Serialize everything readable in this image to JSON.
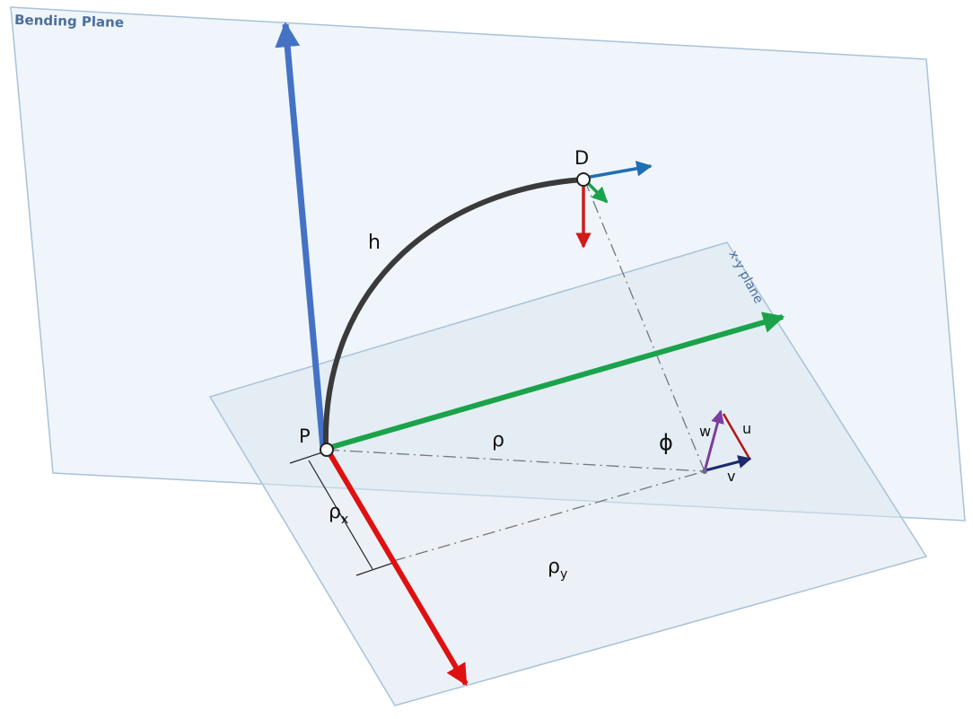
{
  "planes": {
    "bending": {
      "label": "Bending Plane",
      "fill": "#e9f1f8",
      "stroke": "#a9c2d8"
    },
    "xy": {
      "label": "x-y plane",
      "fill": "#dfe8f0",
      "stroke": "#a9c2d8"
    }
  },
  "points": {
    "p": {
      "label": "P"
    },
    "d": {
      "label": "D"
    }
  },
  "labels": {
    "arc": "h",
    "rho": "ρ",
    "rho_x": "ρ",
    "rho_x_sub": "x",
    "rho_y": "ρ",
    "rho_y_sub": "y",
    "phi": "ϕ",
    "w": "w",
    "u": "u",
    "v": "v"
  },
  "colors": {
    "axis_z": "#4472c4",
    "axis_y": "#1aa34a",
    "axis_x": "#e01010",
    "tip_blue": "#1f6fb4",
    "tip_green": "#1aa34a",
    "tip_red": "#d11a1a",
    "arc": "#3a3a3a",
    "w_vec": "#7d3ca0",
    "u_vec": "#b31414",
    "v_vec": "#1c2a6b",
    "guide": "#777777"
  }
}
